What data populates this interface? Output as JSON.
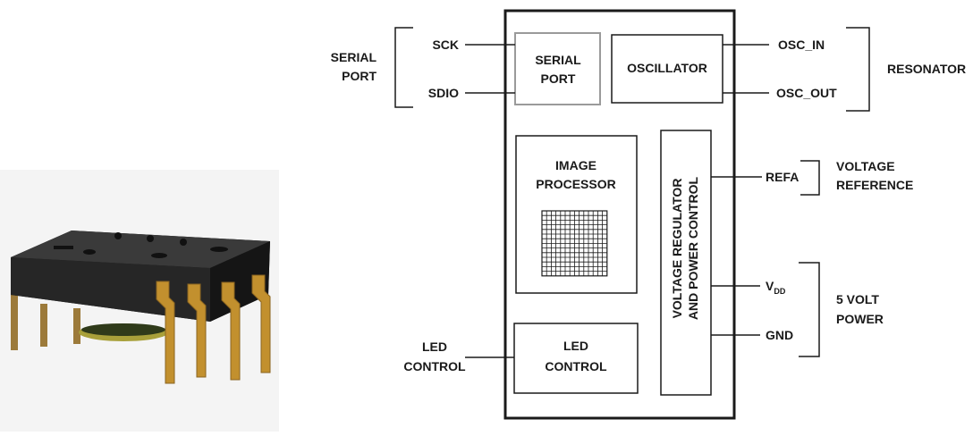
{
  "chip_photo": {
    "description_icon": "ic-package-photo"
  },
  "blocks": {
    "serial_port": [
      "SERIAL",
      "PORT"
    ],
    "oscillator": "OSCILLATOR",
    "image_processor": [
      "IMAGE",
      "PROCESSOR"
    ],
    "voltage_regulator": [
      "VOLTAGE REGULATOR",
      "AND POWER CONTROL"
    ],
    "led_control": [
      "LED",
      "CONTROL"
    ]
  },
  "pins": {
    "sck": "SCK",
    "sdio": "SDIO",
    "osc_in": "OSC_IN",
    "osc_out": "OSC_OUT",
    "refa": "REFA",
    "vdd_main": "V",
    "vdd_sub": "DD",
    "gnd": "GND"
  },
  "groups": {
    "serial_port": [
      "SERIAL",
      "PORT"
    ],
    "resonator": "RESONATOR",
    "voltage_reference": [
      "VOLTAGE",
      "REFERENCE"
    ],
    "power": [
      "5 VOLT",
      "POWER"
    ],
    "led_control": [
      "LED",
      "CONTROL"
    ]
  },
  "colors": {
    "line": "#1a1a1a",
    "serial_box": "#9a9a9a",
    "chip_body": "#2a2a2a",
    "pin_gold": "#b8862a"
  }
}
